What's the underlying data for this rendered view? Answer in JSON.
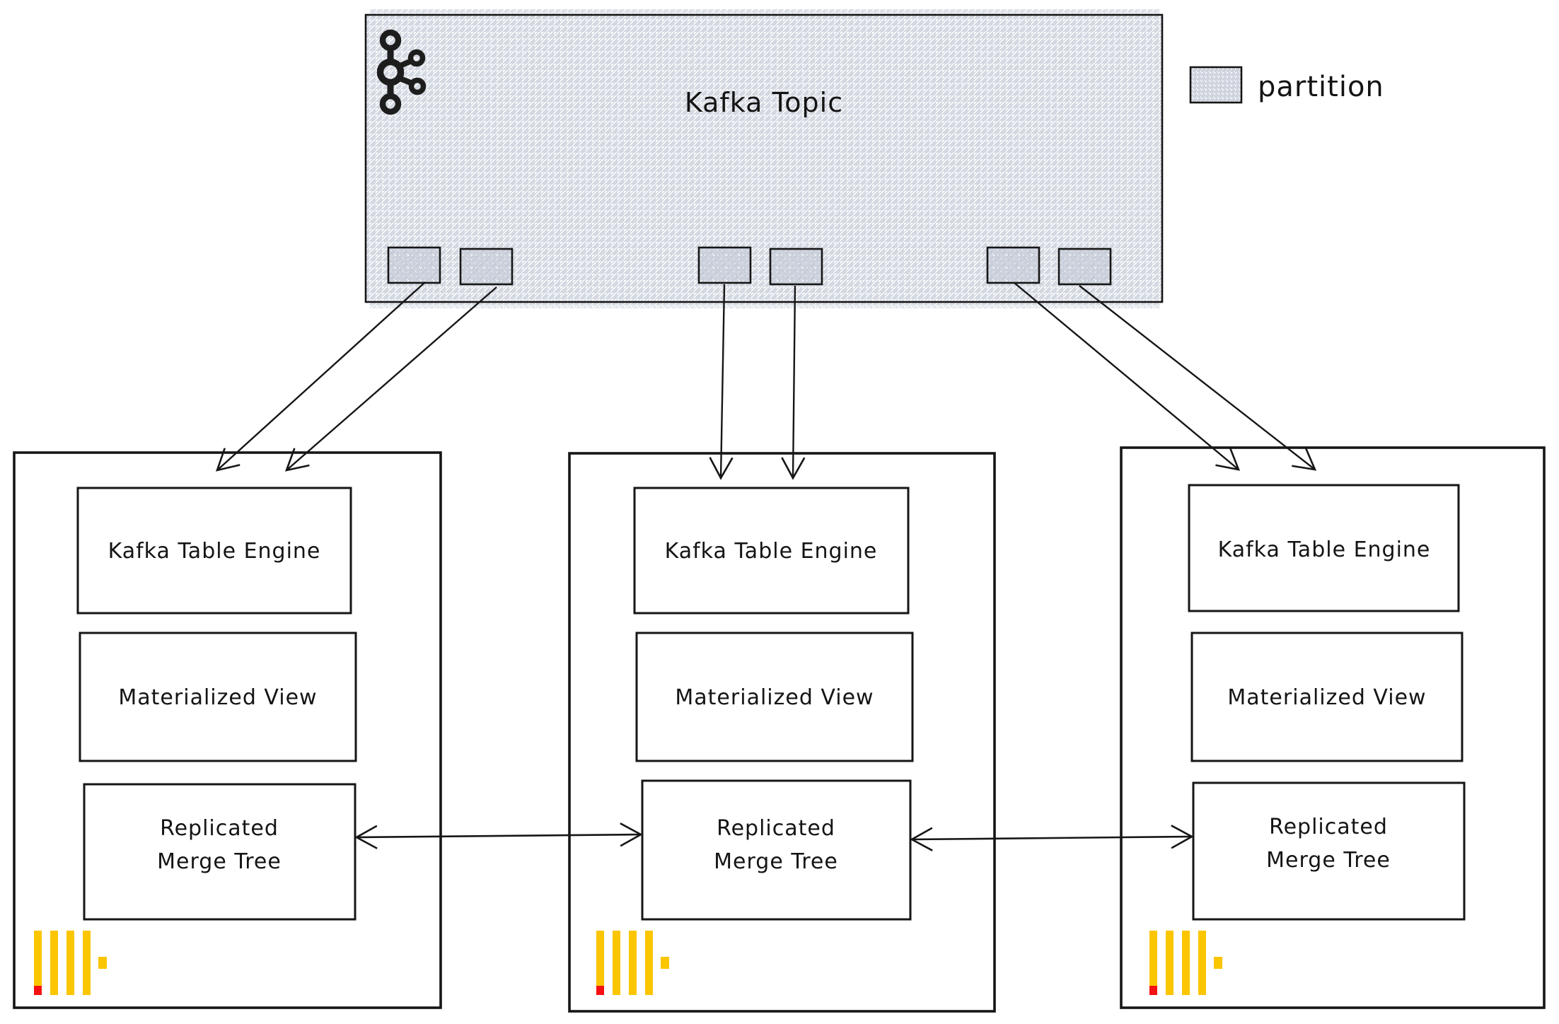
{
  "topic": {
    "label": "Kafka Topic",
    "icon": "kafka-logo",
    "partition_count": 6
  },
  "legend": {
    "swatch_icon": "crosshatch-square",
    "label": "partition"
  },
  "nodes": [
    {
      "engine_label": "Kafka Table Engine",
      "view_label": "Materialized View",
      "tree_label_line1": "Replicated",
      "tree_label_line2": "Merge Tree",
      "icon": "clickhouse-logo"
    },
    {
      "engine_label": "Kafka Table Engine",
      "view_label": "Materialized View",
      "tree_label_line1": "Replicated",
      "tree_label_line2": "Merge Tree",
      "icon": "clickhouse-logo"
    },
    {
      "engine_label": "Kafka Table Engine",
      "view_label": "Materialized View",
      "tree_label_line1": "Replicated",
      "tree_label_line2": "Merge Tree",
      "icon": "clickhouse-logo"
    }
  ],
  "colors": {
    "stroke": "#161616",
    "hatch_line": "#c6ccd8",
    "clickhouse_yellow": "#FBC500",
    "clickhouse_red": "#F51111",
    "icon_black": "#1d1d1d"
  }
}
